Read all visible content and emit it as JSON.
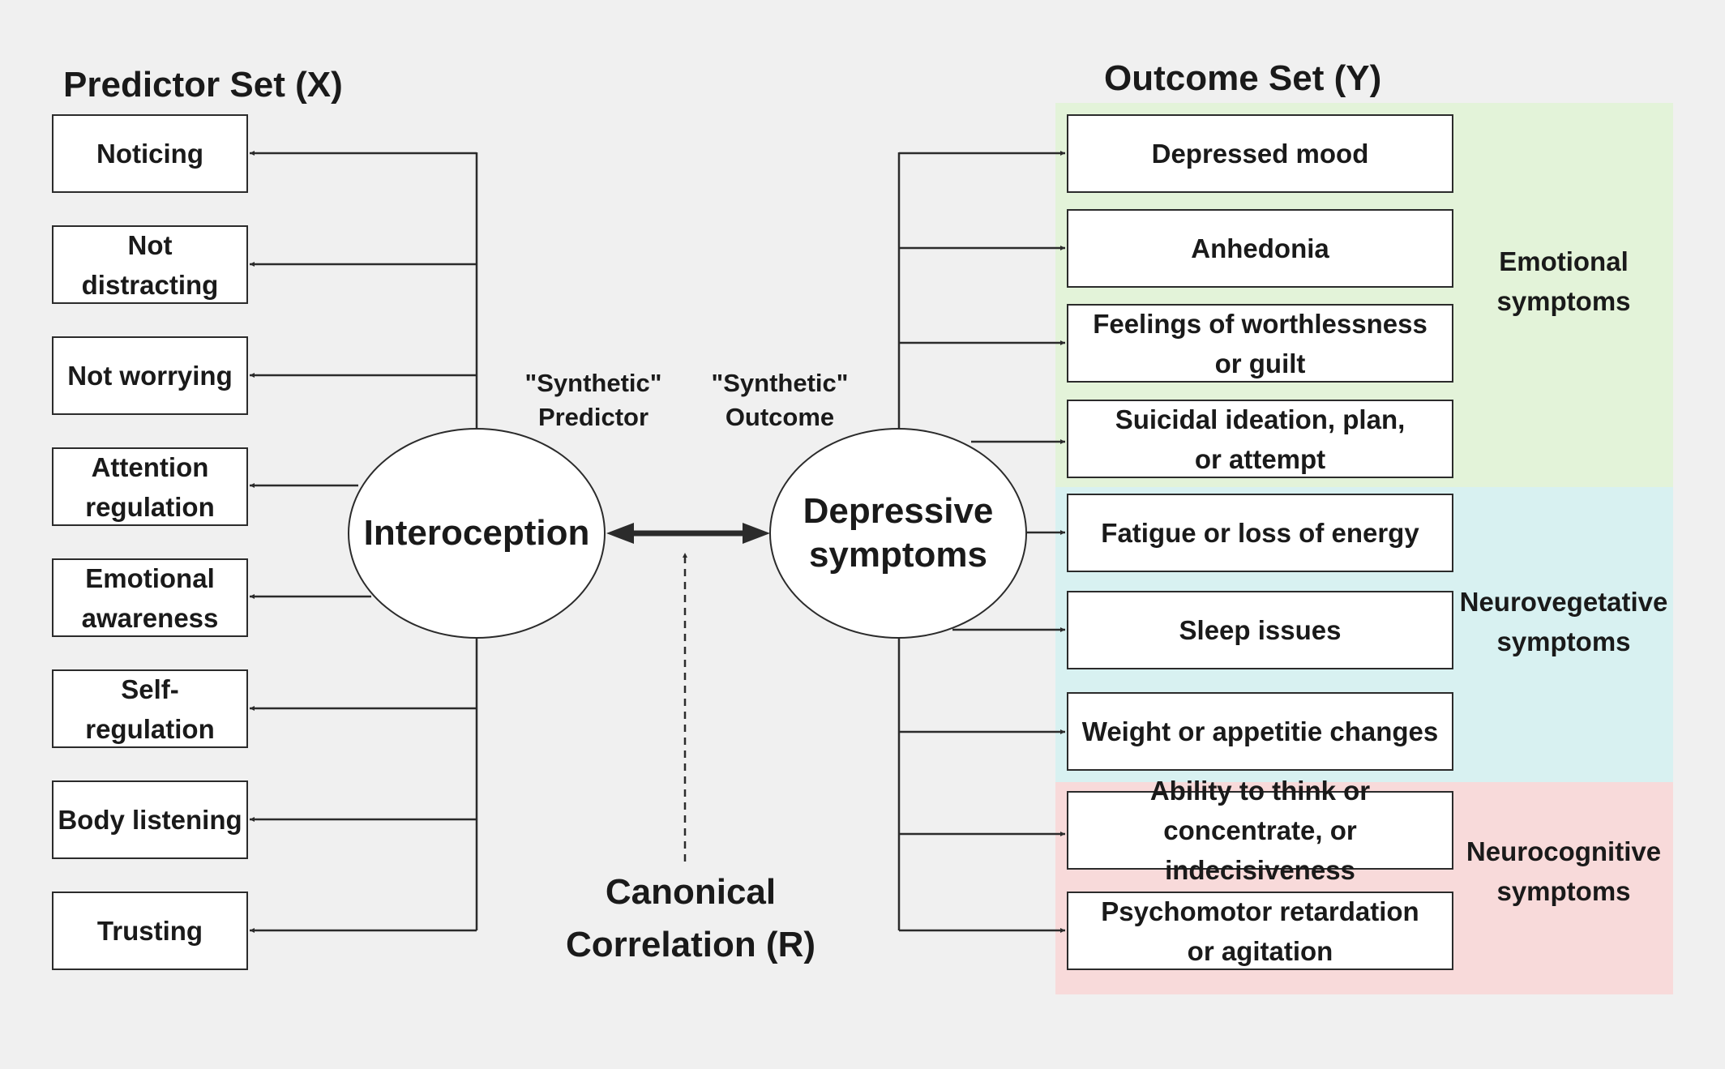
{
  "predictor_title": "Predictor Set (X)",
  "outcome_title": "Outcome Set (Y)",
  "predictors": [
    "Noticing",
    "Not distracting",
    "Not worrying",
    "Attention regulation",
    "Emotional awareness",
    "Self-regulation",
    "Body listening",
    "Trusting"
  ],
  "predictor_latent": "Interoception",
  "outcome_latent": "Depressive symptoms",
  "synthetic_predictor": "\"Synthetic\" Predictor",
  "synthetic_outcome": "\"Synthetic\" Outcome",
  "canonical": "Canonical Correlation (R)",
  "outcomes": [
    "Depressed mood",
    "Anhedonia",
    "Feelings of worthlessness or guilt",
    "Suicidal ideation, plan, or attempt",
    "Fatigue or loss of energy",
    "Sleep issues",
    "Weight or appetitie changes",
    "Ability to think or concentrate, or indecisiveness",
    "Psychomotor retardation or agitation"
  ],
  "groups": [
    {
      "label": "Emotional symptoms",
      "color": "#e3f3d9"
    },
    {
      "label": "Neurovegetative symptoms",
      "color": "#d8f1f1"
    },
    {
      "label": "Neurocognitive symptoms",
      "color": "#f8dada"
    }
  ],
  "line_color": "#2b2b2b"
}
